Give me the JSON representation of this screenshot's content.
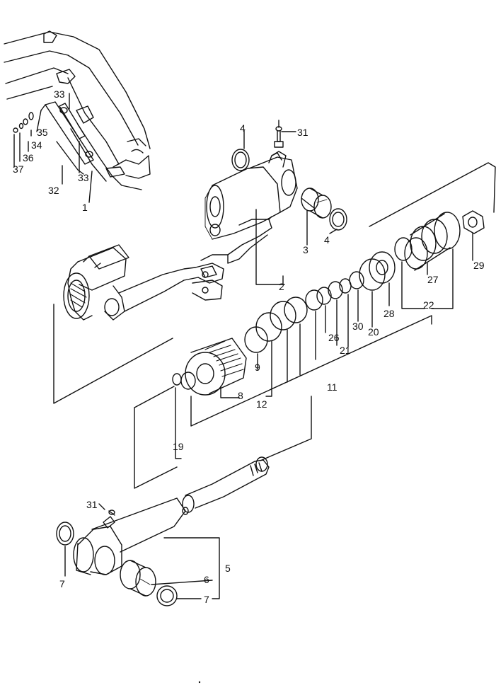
{
  "diagram": {
    "callouts": {
      "c1": "1",
      "c2": "2",
      "c3": "3",
      "c4a": "4",
      "c4b": "4",
      "c5": "5",
      "c6": "6",
      "c7a": "7",
      "c7b": "7",
      "c8": "8",
      "c9": "9",
      "c11": "11",
      "c12": "12",
      "c19": "19",
      "c20": "20",
      "c21": "21",
      "c22": "22",
      "c26": "26",
      "c27": "27",
      "c28": "28",
      "c29": "29",
      "c30": "30",
      "c31a": "31",
      "c31b": "31",
      "c32": "32",
      "c33a": "33",
      "c33b": "33",
      "c34": "34",
      "c35": "35",
      "c36": "36",
      "c37": "37"
    }
  }
}
